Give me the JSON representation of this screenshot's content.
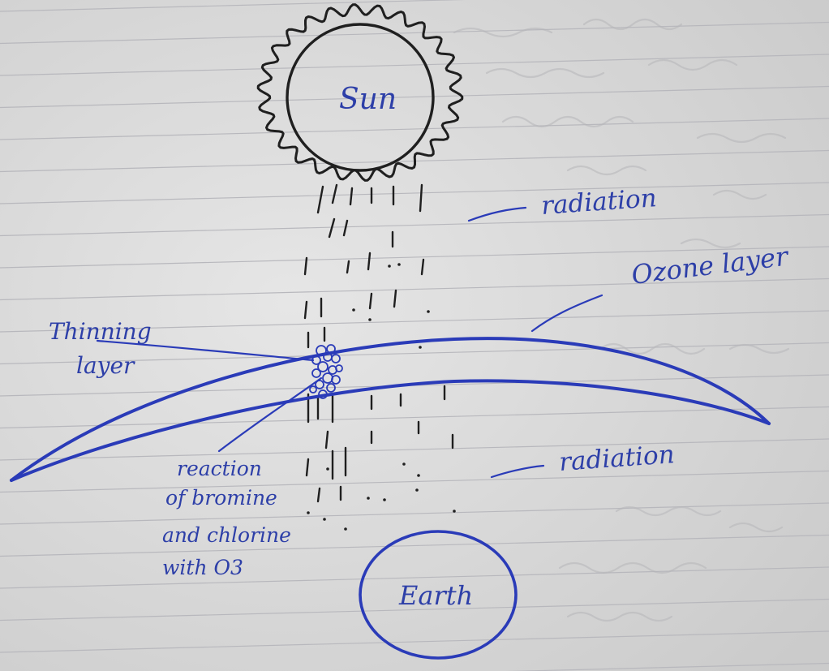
{
  "colors": {
    "paper": "#dedede",
    "paper_shade": "#c9c9c9",
    "rule_line": "#b9b9bd",
    "bleed_text": "#b3b3b6",
    "pencil": "#1f1f1f",
    "ink_blue": "#2a3bb8",
    "label_ink": "#2d3fa8"
  },
  "labels": {
    "sun": "Sun",
    "radiation_top": "radiation",
    "ozone_layer": "Ozone layer",
    "thinning_line1": "Thinning",
    "thinning_line2": "layer",
    "reaction_line1": "reaction",
    "reaction_line2": "of bromine",
    "reaction_line3": "and chlorine",
    "reaction_line4": "with O3",
    "radiation_bottom": "radiation",
    "earth": "Earth"
  }
}
